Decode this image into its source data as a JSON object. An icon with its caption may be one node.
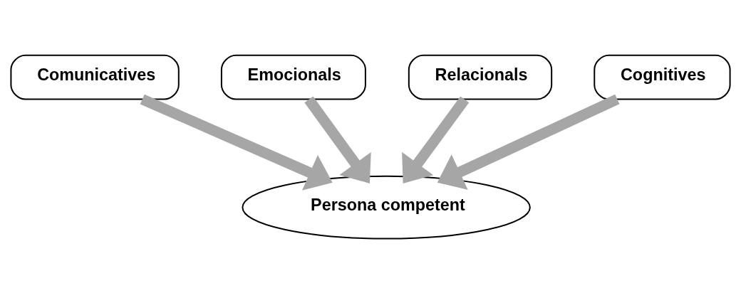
{
  "diagram": {
    "nodes": [
      {
        "text": [
          "Comunicatives"
        ]
      },
      {
        "text": [
          "Emocionals"
        ]
      },
      {
        "text": [
          "Relacionals"
        ]
      },
      {
        "text": [
          "Cognitives"
        ]
      },
      {
        "text": [
          "Persona competent"
        ]
      }
    ],
    "edges": [
      {
        "from": 0,
        "to": 4,
        "arrow": "to"
      },
      {
        "from": 1,
        "to": 4,
        "arrow": "to"
      },
      {
        "from": 2,
        "to": 4,
        "arrow": "to"
      },
      {
        "from": 3,
        "to": 4,
        "arrow": "to"
      }
    ]
  }
}
